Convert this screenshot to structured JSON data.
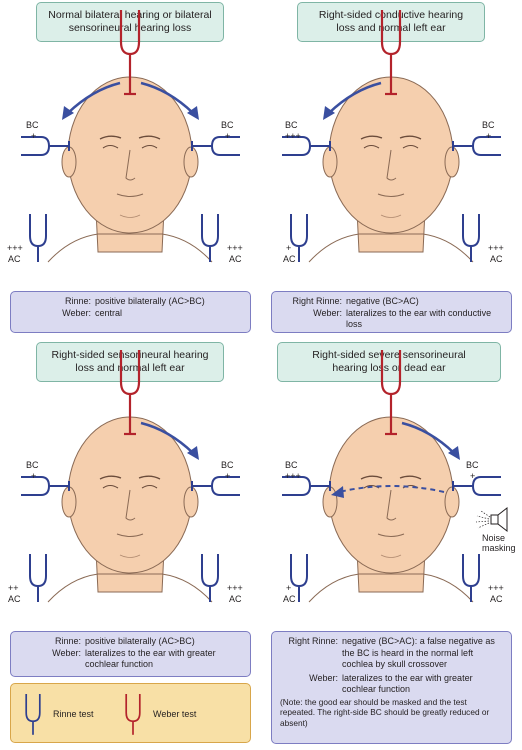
{
  "panels": {
    "p1": {
      "title": "Normal bilateral hearing or bilateral\nsensorineural hearing loss",
      "bc_left": "BC",
      "bc_left_level": "+",
      "bc_right": "BC",
      "bc_right_level": "+",
      "ac_left_level": "+++",
      "ac_left": "AC",
      "ac_right_level": "+++",
      "ac_right": "AC",
      "result": {
        "rinne_key": "Rinne:",
        "rinne_val": "positive bilaterally (AC>BC)",
        "weber_key": "Weber:",
        "weber_val": "central"
      }
    },
    "p2": {
      "title": "Right-sided conductive hearing\nloss and normal left ear",
      "bc_left": "BC",
      "bc_left_level": "+++",
      "bc_right": "BC",
      "bc_right_level": "+",
      "ac_left_level": "+",
      "ac_left": "AC",
      "ac_right_level": "+++",
      "ac_right": "AC",
      "result": {
        "rinne_key": "Right Rinne:",
        "rinne_val": "negative (BC>AC)",
        "weber_key": "Weber:",
        "weber_val": "lateralizes to the ear with conductive loss"
      }
    },
    "p3": {
      "title": "Right-sided sensorineural hearing\nloss and normal left ear",
      "bc_left": "BC",
      "bc_left_level": "+",
      "bc_right": "BC",
      "bc_right_level": "+",
      "ac_left_level": "++",
      "ac_left": "AC",
      "ac_right_level": "+++",
      "ac_right": "AC",
      "result": {
        "rinne_key": "Rinne:",
        "rinne_val": "positive bilaterally (AC>BC)",
        "weber_key": "Weber:",
        "weber_val": "lateralizes to the ear with greater cochlear function"
      }
    },
    "p4": {
      "title": "Right-sided severe sensorineural\nhearing loss or dead ear",
      "bc_left": "BC",
      "bc_left_level": "+++",
      "bc_right": "BC",
      "bc_right_level": "+",
      "ac_left_level": "+",
      "ac_left": "AC",
      "ac_right_level": "+++",
      "ac_right": "AC",
      "noise_label": "Noise\nmasking",
      "result": {
        "rinne_key": "Right Rinne:",
        "rinne_val": "negative (BC>AC): a false negative as the BC is heard in the normal left cochlea by skull crossover",
        "weber_key": "Weber:",
        "weber_val": "lateralizes to the ear with greater cochlear function",
        "note": "(Note: the good ear should be masked and the test repeated. The right-side BC should be greatly reduced or absent)"
      }
    }
  },
  "legend": {
    "rinne": "Rinne test",
    "weber": "Weber test"
  },
  "colors": {
    "rinne_fork": "#2e3f8f",
    "weber_fork": "#b3232b",
    "arrow": "#3a4fa0",
    "title_box": "#dcefe9",
    "result_box": "#dadaf0",
    "legend_box": "#f8e0a6",
    "skin": "#f5cfae"
  }
}
